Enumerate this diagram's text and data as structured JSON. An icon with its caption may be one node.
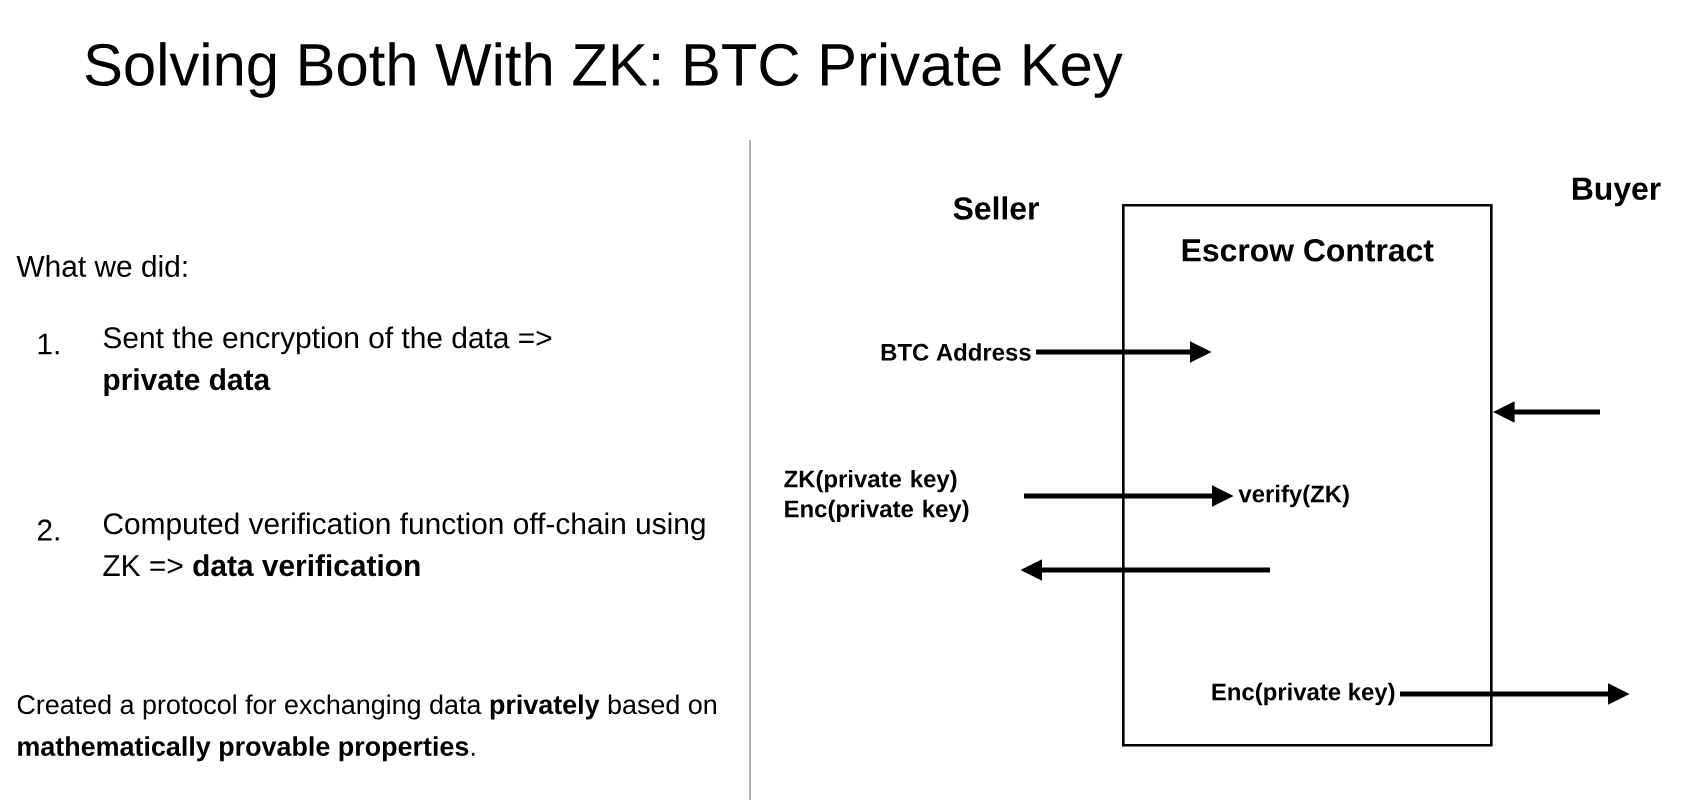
{
  "diagram": {
    "title": "Solving Both With ZK: BTC Private Key",
    "nodes": [
      {
        "text": [
          "Escrow Contract"
        ]
      },
      {
        "text": [
          "BTC Address"
        ]
      },
      {
        "text": [
          "ZK(private key) Enc(private key)"
        ]
      },
      {
        "text": [
          "verify(ZK)"
        ],
        "in": 0
      },
      {
        "text": [
          "Enc(private key)"
        ],
        "in": 0
      }
    ],
    "edges": [
      {
        "from": 1,
        "to": null,
        "arrow": "to"
      },
      {
        "from": 2,
        "to": 3,
        "arrow": "to"
      },
      {
        "from": null,
        "to": 0,
        "arrow": "to"
      },
      {
        "from": 4,
        "to": null,
        "arrow": "to"
      }
    ],
    "labels": [
      "Seller",
      "Buyer",
      "What we did:",
      "1.",
      "Sent the encryption of the data => **private data**",
      "2.",
      "Computed verification function off-chain using ZK => **data verification**",
      "Created a protocol for exchanging data **privately** based on **mathematically provable properties**."
    ]
  }
}
